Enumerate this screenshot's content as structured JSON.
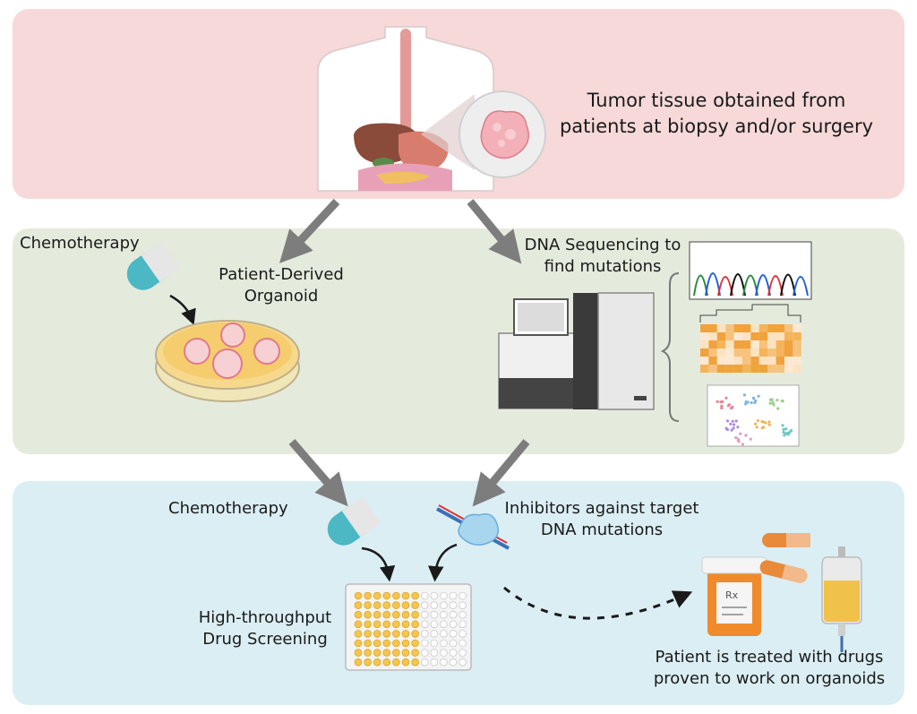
{
  "sections": {
    "tumor": {
      "line1": "Tumor tissue obtained from",
      "line2": "patients at biopsy and/or surgery"
    },
    "organoid": {
      "chemo_label": "Chemotherapy",
      "line1": "Patient-Derived",
      "line2": "Organoid"
    },
    "sequencing": {
      "line1": "DNA Sequencing to",
      "line2": "find mutations"
    },
    "screening": {
      "chemo_label": "Chemotherapy",
      "inhibitor_line1": "Inhibitors against target",
      "inhibitor_line2": "DNA mutations",
      "screen_line1": "High-throughput",
      "screen_line2": "Drug Screening",
      "treat_line1": "Patient is treated with drugs",
      "treat_line2": "proven to work on organoids"
    }
  },
  "colors": {
    "top_panel": "#f7d9d9",
    "middle_panel": "#e4ebdd",
    "bottom_panel": "#dbeef3",
    "flow_arrow": "#7d7d7d",
    "capsule_teal": "#4bb8c4",
    "organoid_gel": "#f7d98e",
    "pill_orange": "#e98a3a"
  },
  "icons": [
    "torso-illustration",
    "tumor-tissue-icon",
    "chemotherapy-capsule-icon",
    "petri-dish-icon",
    "sequencer-machine-icon",
    "chromatogram-icon",
    "heatmap-icon",
    "cluster-scatter-icon",
    "inhibitor-molecule-icon",
    "well-plate-icon",
    "pill-bottle-icon",
    "iv-bag-icon"
  ]
}
